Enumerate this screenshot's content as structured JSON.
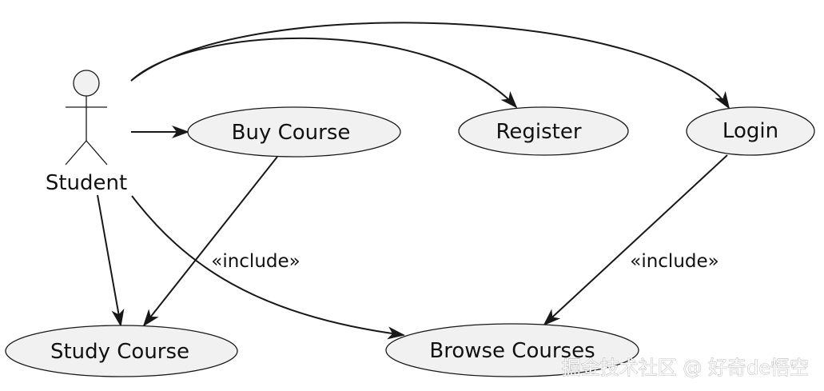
{
  "diagram": {
    "actor": {
      "label": "Student"
    },
    "use_cases": {
      "buy_course": "Buy Course",
      "register": "Register",
      "login": "Login",
      "study_course": "Study Course",
      "browse_courses": "Browse Courses"
    },
    "relations": {
      "buy_to_study_label": "«include»",
      "login_to_browse_label": "«include»"
    },
    "watermark": "掘金技术社区 @ 好奇de悟空"
  }
}
